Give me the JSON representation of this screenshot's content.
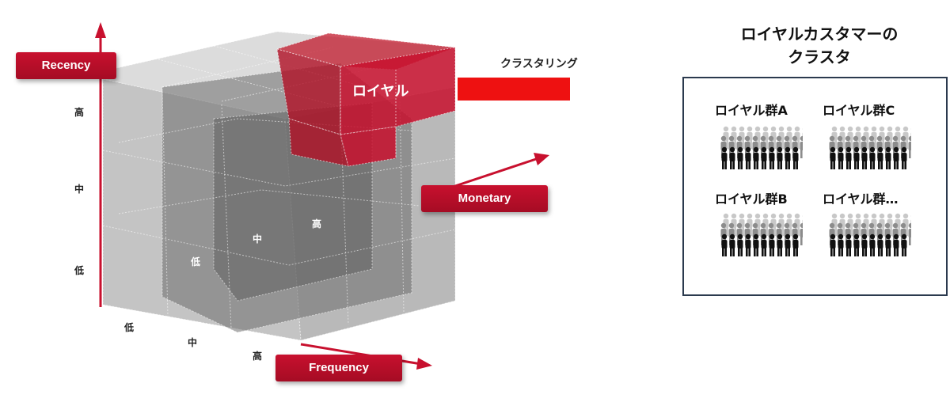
{
  "axes": {
    "recency": {
      "label": "Recency",
      "ticks": [
        "高",
        "中",
        "低"
      ]
    },
    "frequency": {
      "label": "Frequency",
      "ticks": [
        "低",
        "中",
        "高"
      ]
    },
    "monetary": {
      "label": "Monetary"
    }
  },
  "cube": {
    "depth_labels": [
      "低",
      "中",
      "高"
    ],
    "highlight_label": "ロイヤル"
  },
  "arrow_label": "クラスタリング",
  "cluster_panel": {
    "title_line1": "ロイヤルカスタマーの",
    "title_line2": "クラスタ",
    "groups": [
      "ロイヤル群A",
      "ロイヤル群C",
      "ロイヤル群B",
      "ロイヤル群…"
    ]
  },
  "colors": {
    "accent": "#c8102e",
    "arrow": "#ee1111",
    "cube_gray": "#8a8a8a",
    "panel_border": "#2b3a4e"
  }
}
